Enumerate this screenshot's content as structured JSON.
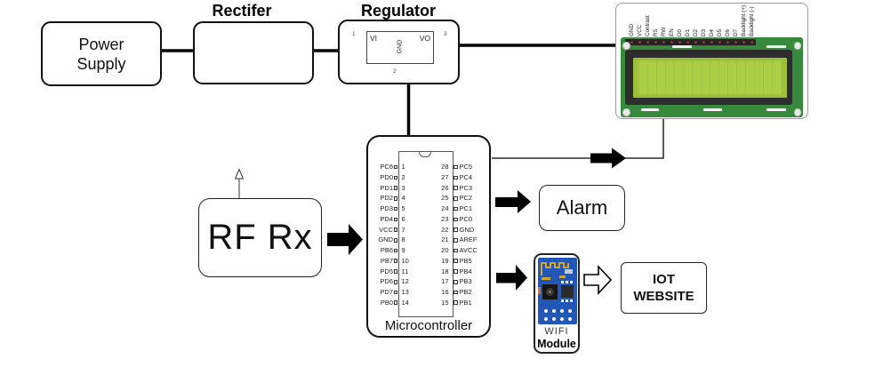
{
  "blocks": {
    "power_supply": {
      "line1": "Power",
      "line2": "Supply"
    },
    "rectifier": {
      "title": "Rectifer"
    },
    "regulator": {
      "title": "Regulator",
      "vi": "VI",
      "vo": "VO",
      "gnd": "GND",
      "pin_in": "1",
      "pin_out": "3",
      "pin_gnd": "2"
    },
    "rf_rx": {
      "label": "RF Rx"
    },
    "alarm": {
      "label": "Alarm"
    },
    "iot_website": {
      "line1": "IOT",
      "line2": "WEBSITE"
    },
    "wifi_module": {
      "line1": "WIFI",
      "line2": "Module"
    }
  },
  "microcontroller": {
    "label": "Microcontroller",
    "left_pins": [
      {
        "label": "PC6",
        "num": "1"
      },
      {
        "label": "PD0",
        "num": "2"
      },
      {
        "label": "PD1",
        "num": "3"
      },
      {
        "label": "PD2",
        "num": "4"
      },
      {
        "label": "PD3",
        "num": "5"
      },
      {
        "label": "PD4",
        "num": "6"
      },
      {
        "label": "VCC",
        "num": "7"
      },
      {
        "label": "GND",
        "num": "8"
      },
      {
        "label": "PB6",
        "num": "9"
      },
      {
        "label": "PB7",
        "num": "10"
      },
      {
        "label": "PD5",
        "num": "11"
      },
      {
        "label": "PD6",
        "num": "12"
      },
      {
        "label": "PD7",
        "num": "13"
      },
      {
        "label": "PB0",
        "num": "14"
      }
    ],
    "right_pins": [
      {
        "num": "28",
        "label": "PC5"
      },
      {
        "num": "27",
        "label": "PC4"
      },
      {
        "num": "26",
        "label": "PC3"
      },
      {
        "num": "25",
        "label": "PC2"
      },
      {
        "num": "24",
        "label": "PC1"
      },
      {
        "num": "23",
        "label": "PC0"
      },
      {
        "num": "22",
        "label": "GND"
      },
      {
        "num": "21",
        "label": "AREF"
      },
      {
        "num": "20",
        "label": "AVCC"
      },
      {
        "num": "19",
        "label": "PB5"
      },
      {
        "num": "18",
        "label": "PB4"
      },
      {
        "num": "17",
        "label": "PB3"
      },
      {
        "num": "16",
        "label": "PB2"
      },
      {
        "num": "15",
        "label": "PB1"
      }
    ]
  },
  "lcd": {
    "pin_labels": [
      "GND",
      "VCC",
      "Contrast",
      "RS",
      "RW",
      "EN",
      "D0",
      "D1",
      "D2",
      "D3",
      "D4",
      "D5",
      "D6",
      "D7",
      "Backlight (+)",
      "Backlight (-)"
    ],
    "colors": {
      "pcb": "#37893c",
      "bezel": "#2d2d2d",
      "screen": "#9cc138",
      "screen_inner": "#aace44"
    }
  },
  "colors": {
    "wire": "#000000",
    "wifi_pcb": "#2257b8",
    "wifi_trace": "#d2a62c",
    "box_border": "#111111"
  }
}
